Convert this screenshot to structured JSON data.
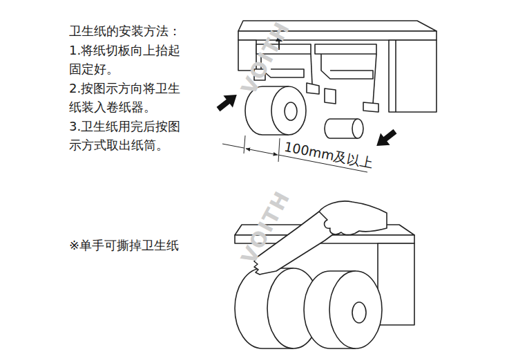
{
  "diagram": {
    "title": "卫生纸的安装方法：",
    "labels": [
      "1.将纸切板向上抬起固定好。",
      "2.按图示方向将卫生纸装入卷纸器。",
      "3.卫生纸用完后按图示方式取出纸筒。",
      "100mm及以上",
      "※单手可撕掉卫生纸",
      "VOITH",
      "VOITH"
    ]
  }
}
